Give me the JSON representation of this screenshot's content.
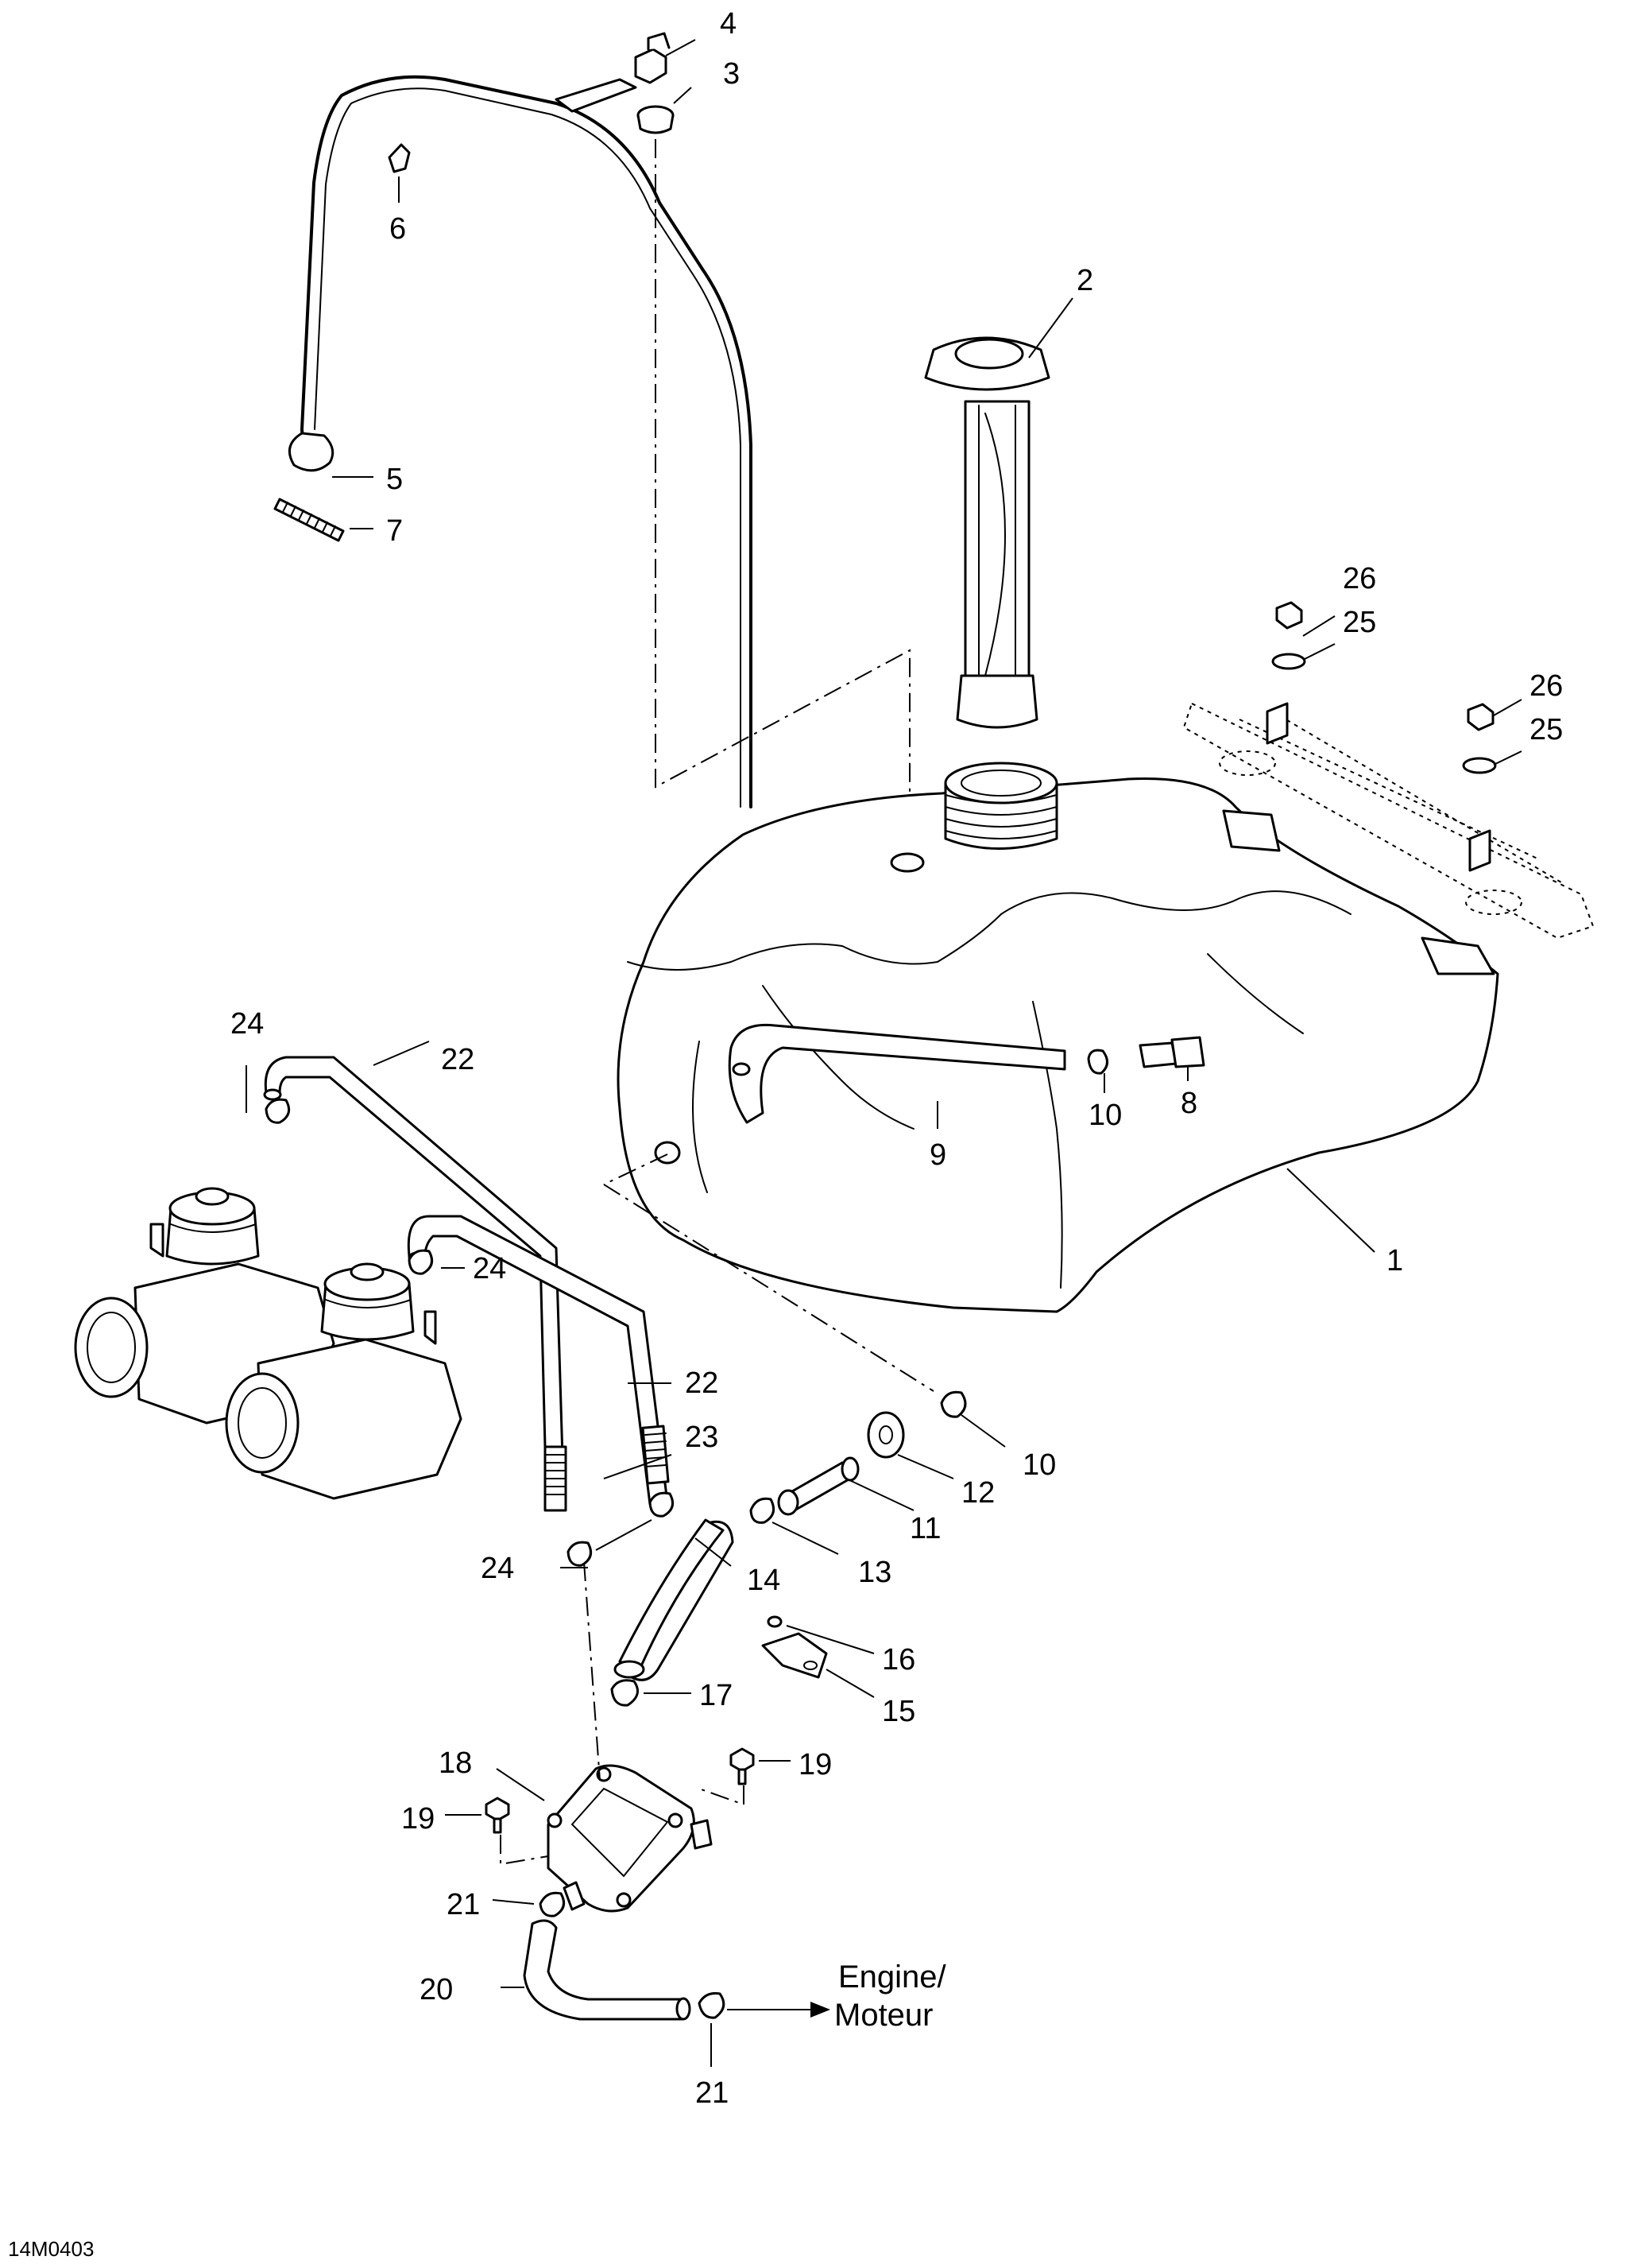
{
  "diagram": {
    "reference_code": "14M0403",
    "outlet_label_line1": "Engine/",
    "outlet_label_line2": "Moteur",
    "callouts": [
      "1",
      "2",
      "3",
      "4",
      "5",
      "6",
      "7",
      "8",
      "9",
      "10",
      "10",
      "11",
      "12",
      "13",
      "14",
      "15",
      "16",
      "17",
      "18",
      "19",
      "19",
      "20",
      "21",
      "21",
      "22",
      "22",
      "23",
      "24",
      "24",
      "24",
      "25",
      "25",
      "26",
      "26"
    ]
  }
}
